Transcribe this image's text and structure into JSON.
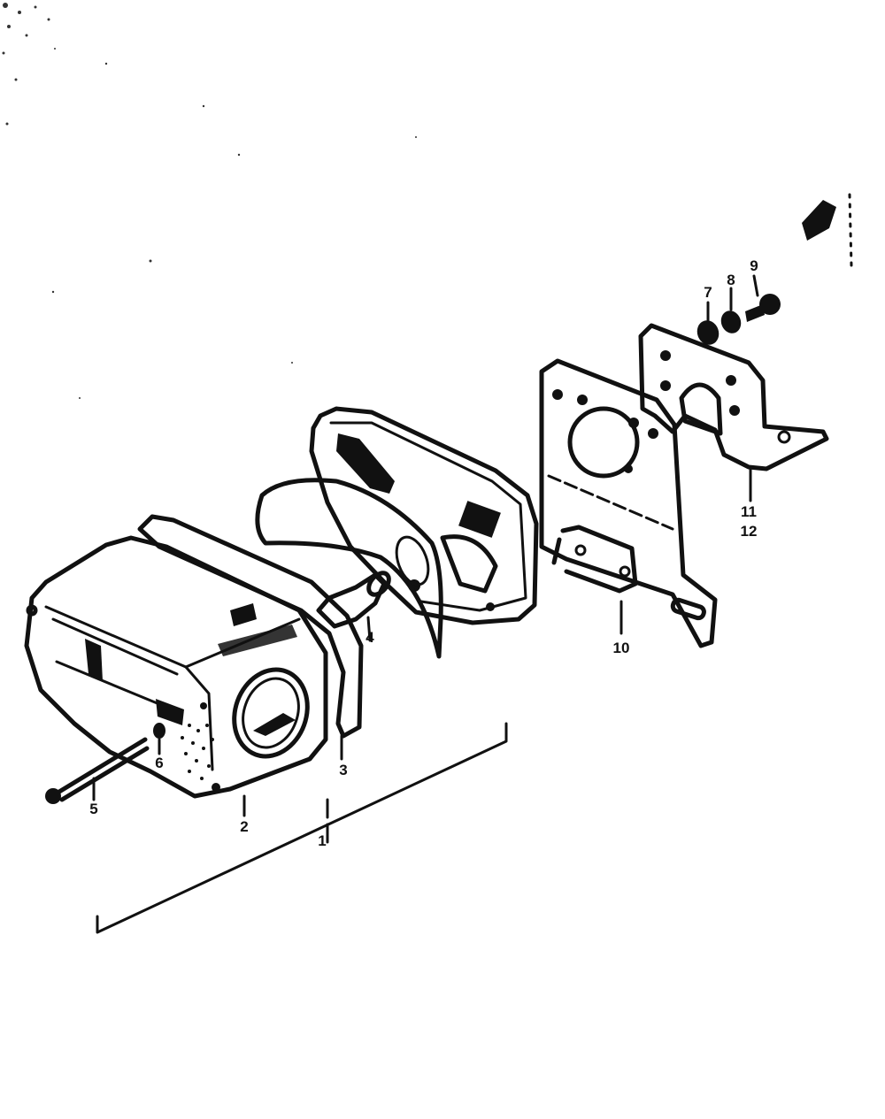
{
  "diagram": {
    "colors": {
      "ink": "#111111",
      "paper": "#ffffff"
    },
    "callouts": {
      "c1": "1",
      "c2": "2",
      "c3": "3",
      "c4": "4",
      "c5": "5",
      "c6": "6",
      "c7": "7",
      "c8": "8",
      "c9": "9",
      "c10": "10",
      "c11": "11",
      "c12": "12"
    }
  }
}
